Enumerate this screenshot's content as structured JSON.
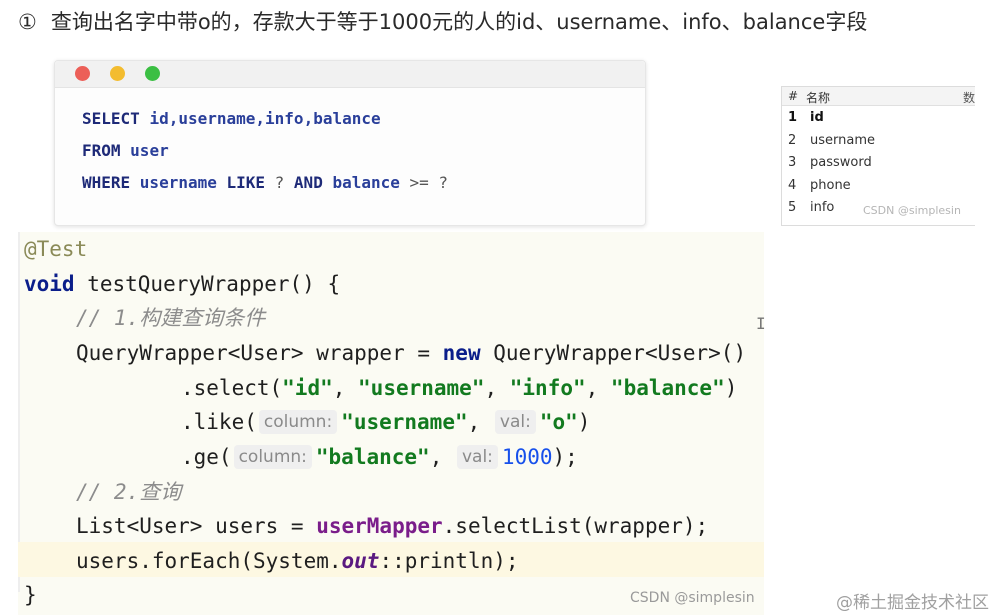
{
  "title": {
    "number": "①",
    "text": "查询出名字中带o的，存款大于等于1000元的人的id、username、info、balance字段"
  },
  "sql": {
    "lines": [
      {
        "kw1": "SELECT ",
        "cols": "id,username,info,balance"
      },
      {
        "kw1": "FROM ",
        "cols": "user"
      },
      {
        "kw1": "WHERE ",
        "c1": "username",
        "kw2": " LIKE ",
        "p1": "? ",
        "kw3": "AND ",
        "c2": "balance",
        "p2": " >= ?"
      }
    ]
  },
  "table": {
    "header": {
      "hash": "#",
      "name": "名称",
      "sep": "数"
    },
    "rows": [
      {
        "idx": "1",
        "field": "id"
      },
      {
        "idx": "2",
        "field": "username"
      },
      {
        "idx": "3",
        "field": "password"
      },
      {
        "idx": "4",
        "field": "phone"
      },
      {
        "idx": "5",
        "field": "info"
      }
    ],
    "watermark": "CSDN @simplesin"
  },
  "code": {
    "annotation": "@Test",
    "l2_kw": "void",
    "l2_rest": " testQueryWrapper() {",
    "comment1": "// 1.构建查询条件",
    "l4_a": "QueryWrapper<User> wrapper = ",
    "l4_kw": "new",
    "l4_b": " QueryWrapper<User>()",
    "l5_a": ".select(",
    "s_id": "\"id\"",
    "s_username": "\"username\"",
    "s_info": "\"info\"",
    "s_balance": "\"balance\"",
    "comma": ", ",
    "l5_end": ")",
    "l6_a": ".like(",
    "hint_column": "column:",
    "hint_val": "val:",
    "s_o": "\"o\"",
    "close": ")",
    "l7_a": ".ge(",
    "num_1000": "1000",
    "close_semi": ");",
    "comment2": "// 2.查询",
    "l9_a": "List<User> users = ",
    "l9_field": "userMapper",
    "l9_b": ".selectList(wrapper);",
    "l10_a": "users.forEach(System.",
    "l10_out": "out",
    "l10_b": "::println);",
    "brace_close": "}"
  },
  "watermarks": {
    "csdn": "CSDN @simplesin",
    "juejin": "@稀土掘金技术社区"
  },
  "cursor": "I"
}
